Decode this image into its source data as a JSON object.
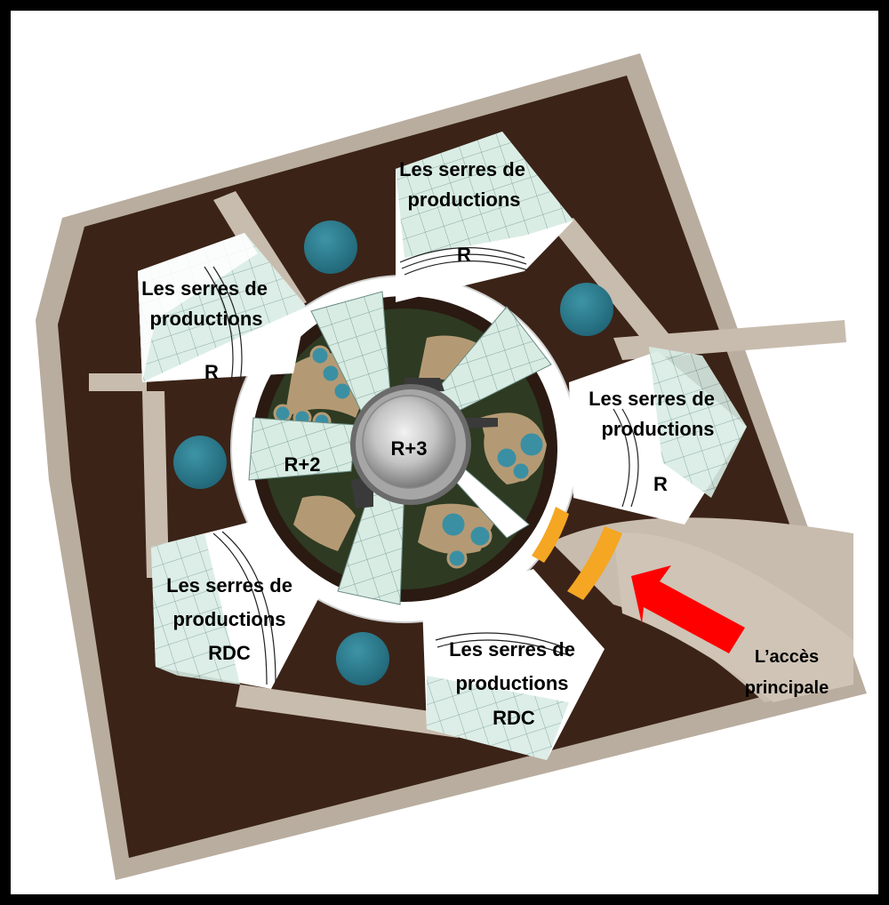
{
  "colors": {
    "frame": "#000000",
    "site_border": "#b9ad9f",
    "ground": "#3b2317",
    "path": "#c8bcae",
    "greenhouse_glass": "#d8ece4",
    "greenhouse_grid": "#6a8c84",
    "white_wing": "#ffffff",
    "pond": "#2d7d90",
    "dome": "#b8b8b8",
    "courtyard": "#2e3a22",
    "sand_path": "#b49a74",
    "access_ramp": "#f5a623",
    "arrow": "#ff0000"
  },
  "labels": {
    "wing_top": [
      "Les serres de",
      "productions",
      "R"
    ],
    "wing_left_top": [
      "Les serres de",
      "productions",
      "R"
    ],
    "wing_right": [
      "Les serres de",
      "productions",
      "R"
    ],
    "wing_left_bottom": [
      "Les serres de",
      "productions",
      "RDC"
    ],
    "wing_bottom": [
      "Les serres de",
      "productions",
      "RDC"
    ],
    "center": "R+3",
    "ring_west": "R+2",
    "access": [
      "L’accès",
      "principale"
    ]
  },
  "icons": {
    "dome": "dome-icon",
    "arrow": "arrow-icon",
    "pond": "pond-icon"
  }
}
